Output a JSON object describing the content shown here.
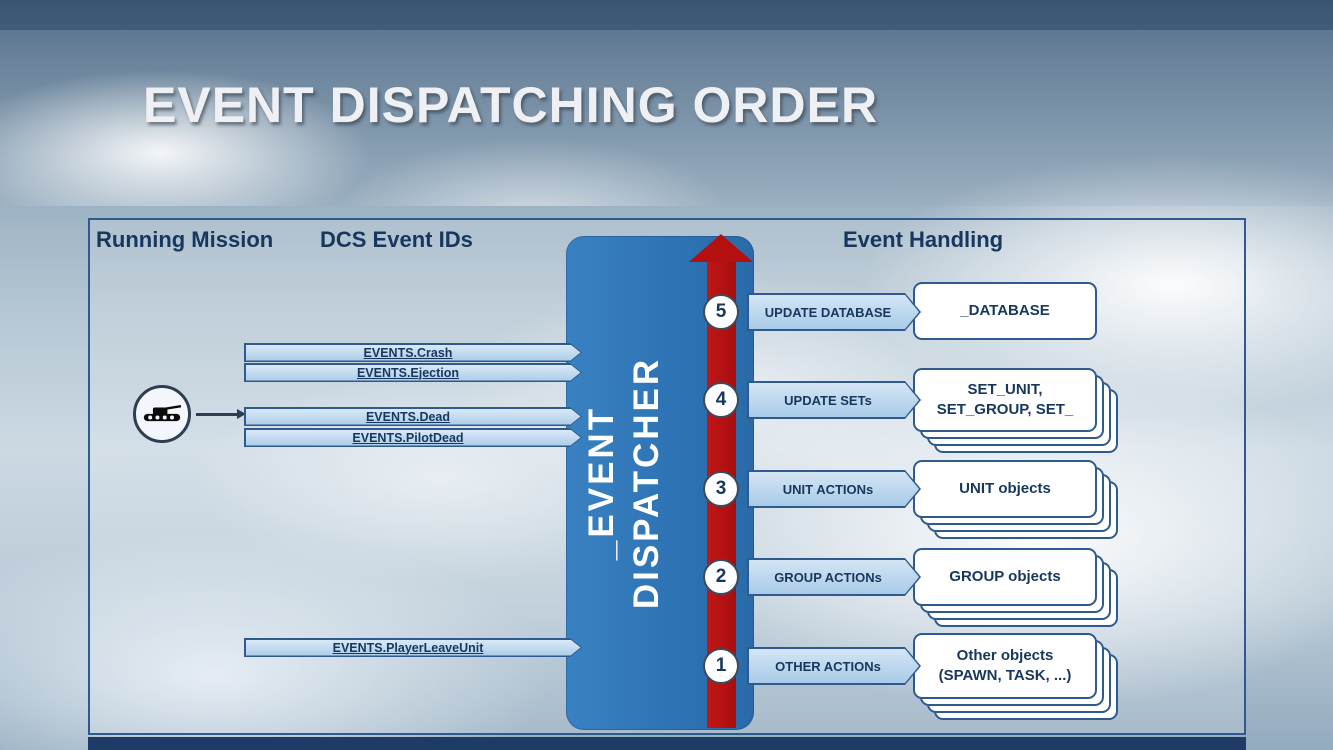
{
  "title": "EVENT DISPATCHING ORDER",
  "headers": {
    "running_mission": "Running Mission",
    "dcs_event_ids": "DCS Event IDs",
    "event_handling": "Event Handling"
  },
  "dispatcher_label": "_EVENT\nDISPATCHER",
  "events": [
    "EVENTS.Crash",
    "EVENTS.Ejection",
    "EVENTS.Dead",
    "EVENTS.PilotDead",
    "EVENTS.PlayerLeaveUnit"
  ],
  "steps": [
    {
      "number": "5",
      "action": "UPDATE DATABASE",
      "target": "_DATABASE"
    },
    {
      "number": "4",
      "action": "UPDATE SETs",
      "target": "SET_UNIT,\nSET_GROUP, SET_"
    },
    {
      "number": "3",
      "action": "UNIT ACTIONs",
      "target": "UNIT objects"
    },
    {
      "number": "2",
      "action": "GROUP ACTIONs",
      "target": "GROUP objects"
    },
    {
      "number": "1",
      "action": "OTHER ACTIONs",
      "target": "Other objects\n(SPAWN, TASK, ...)"
    }
  ],
  "colors": {
    "navy_text": "#17375E",
    "box_border": "#2E5A8F",
    "column_blue": "#2E74B5",
    "arrow_red": "#B41010",
    "tag_fill_light": "#D4E5F4",
    "tag_fill_dark": "#A9CBE8",
    "footer_bar": "#1E3A66"
  }
}
